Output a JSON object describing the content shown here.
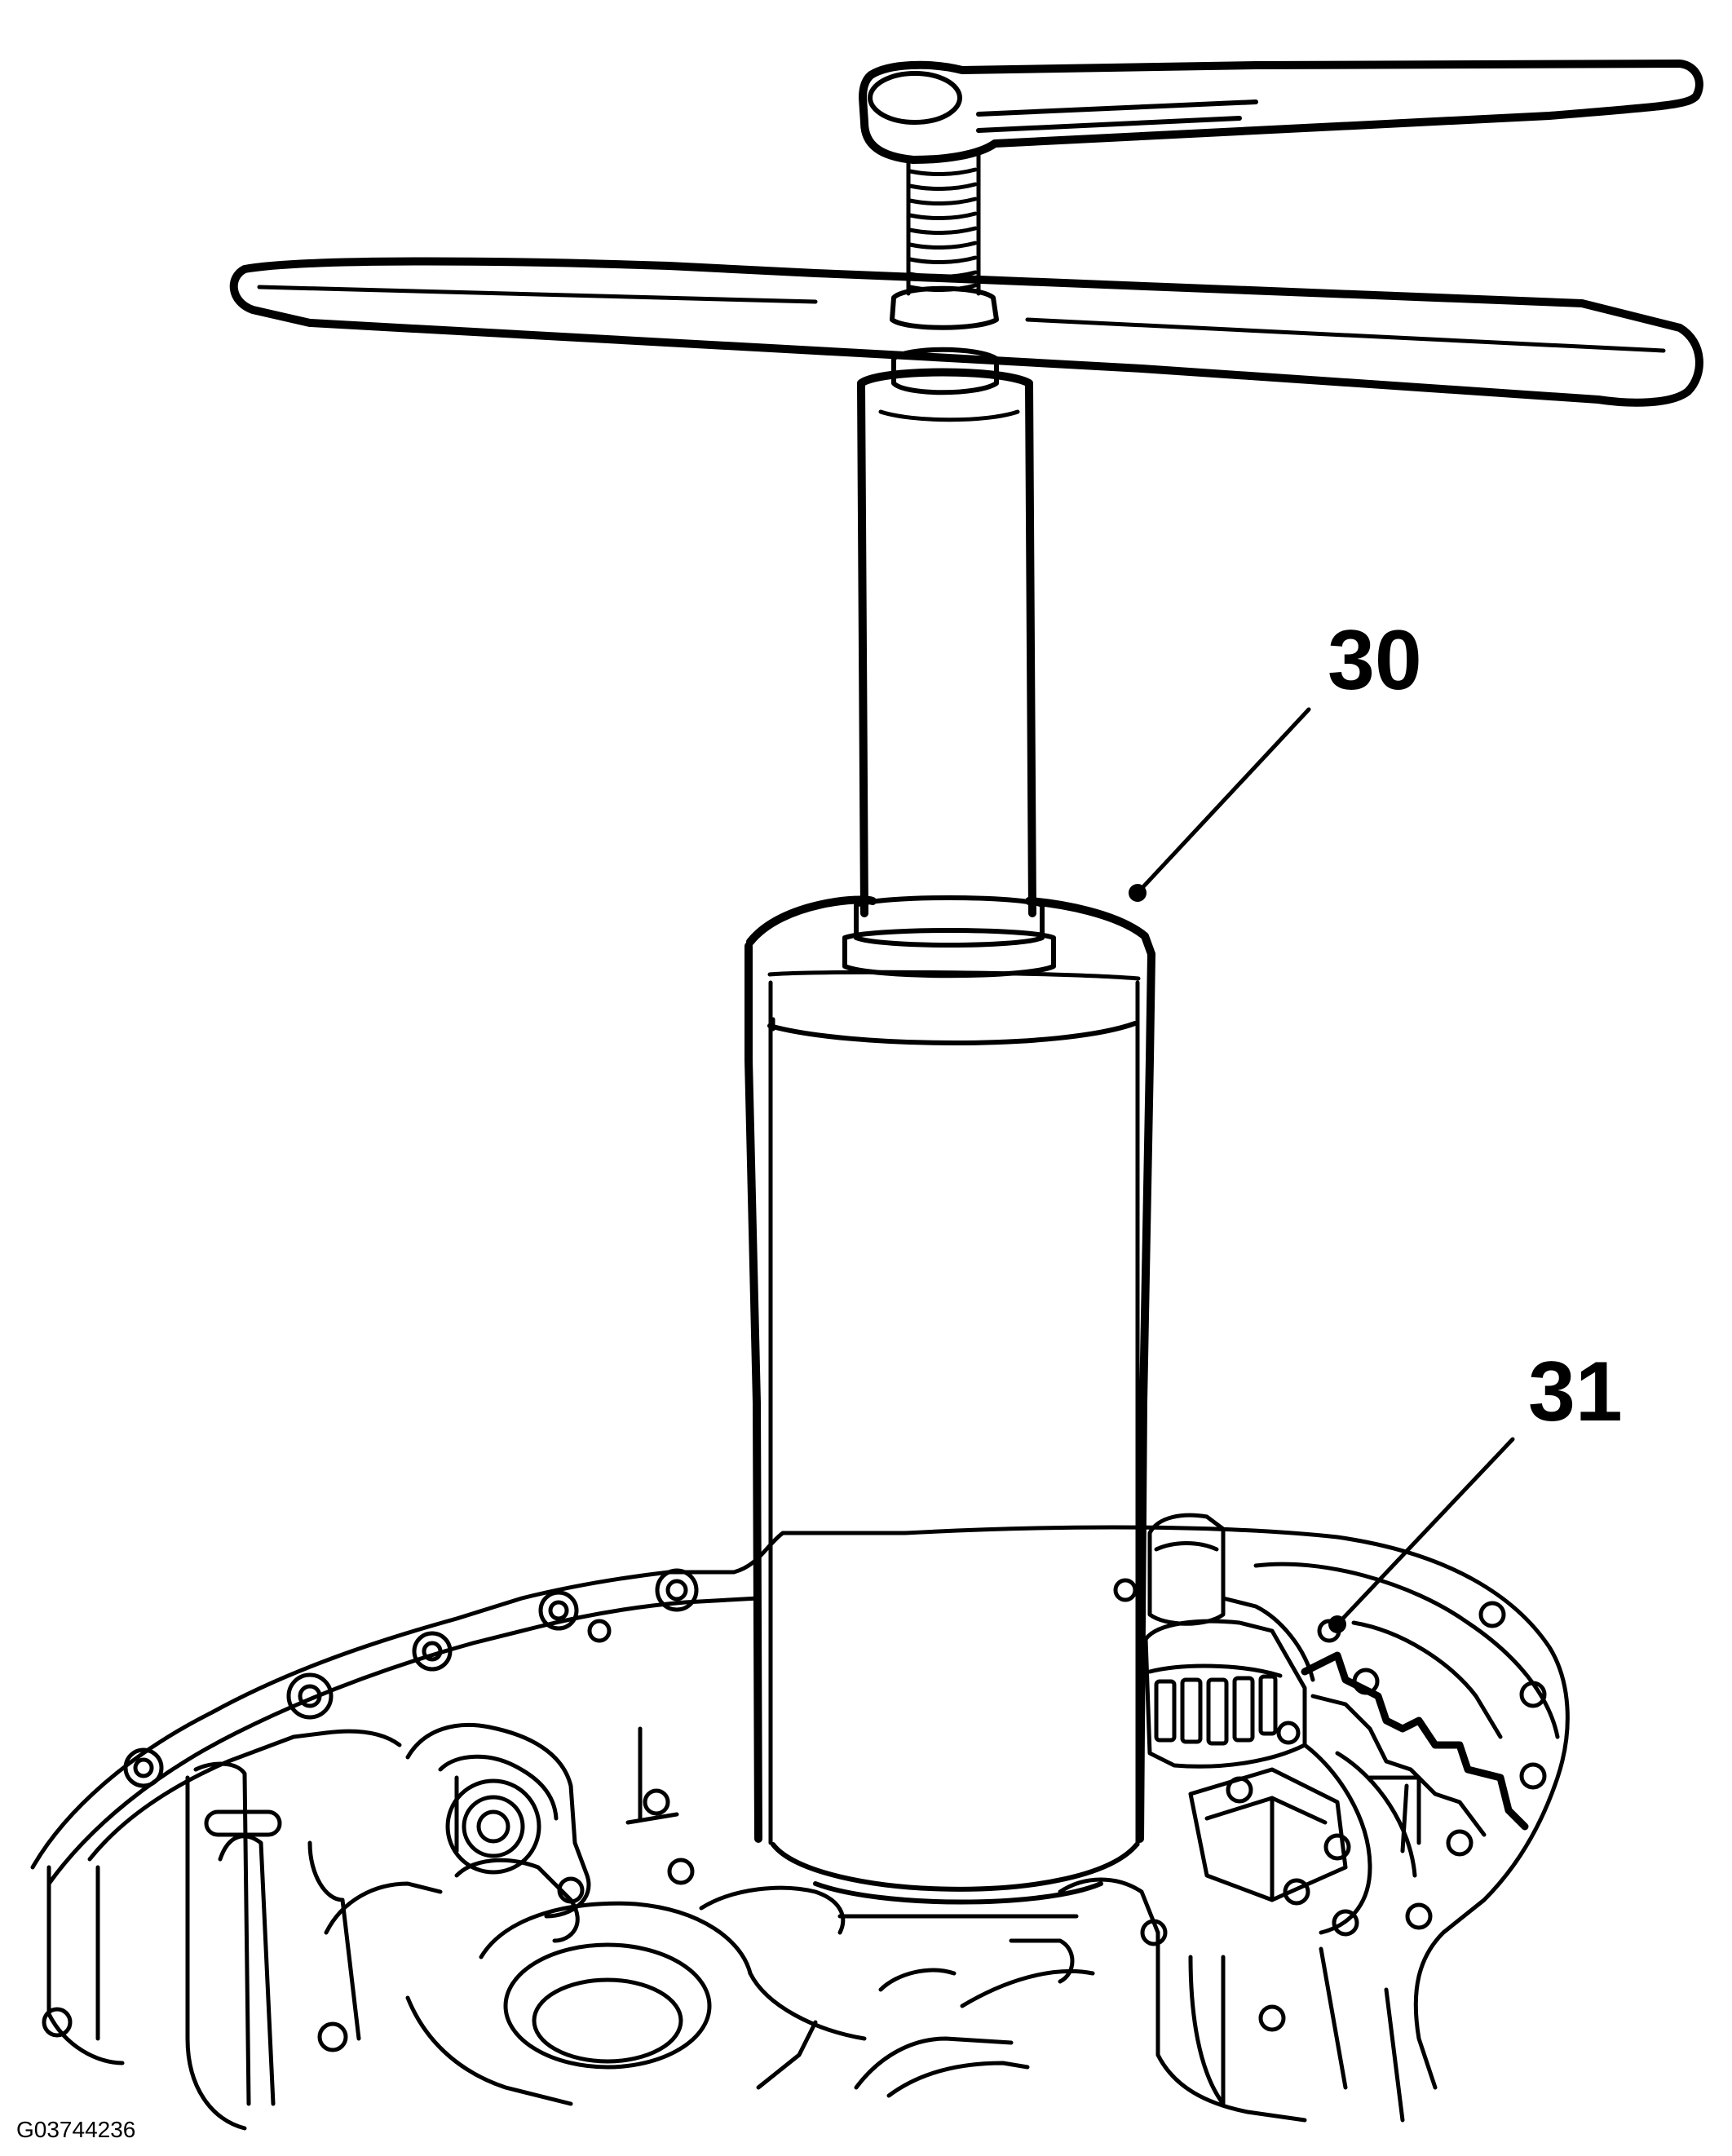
{
  "figure": {
    "id": "G03744236",
    "callouts": [
      {
        "number": "30"
      },
      {
        "number": "31"
      }
    ]
  },
  "colors": {
    "line": "#000000",
    "background": "#ffffff"
  }
}
